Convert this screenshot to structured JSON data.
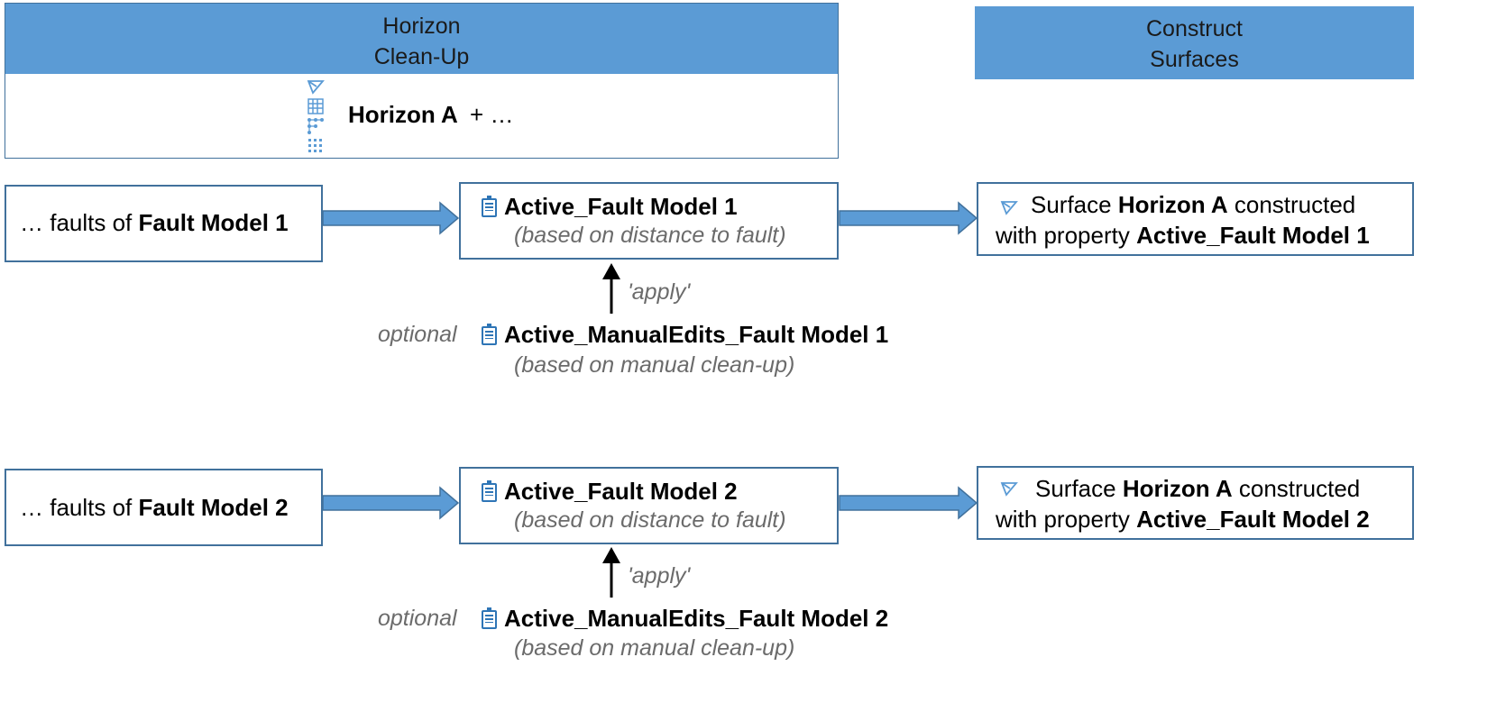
{
  "headers": {
    "horizon_cleanup": [
      "Horizon",
      "Clean-Up"
    ],
    "construct_surfaces": [
      "Construct",
      "Surfaces"
    ]
  },
  "horizon_panel": {
    "name": "Horizon A",
    "suffix": "+ …"
  },
  "rows": [
    {
      "input": {
        "prefix": "… faults of ",
        "model": "Fault Model 1"
      },
      "active": {
        "title": "Active_Fault Model 1",
        "note": "(based on distance to fault)"
      },
      "apply_label": "'apply'",
      "optional": {
        "label": "optional",
        "title": "Active_ManualEdits_Fault Model 1",
        "note": "(based on manual clean-up)"
      },
      "surface": {
        "line1_a": "Surface ",
        "line1_b": "Horizon A",
        "line1_c": " constructed",
        "line2_a": "with property ",
        "line2_b": "Active_Fault Model 1"
      }
    },
    {
      "input": {
        "prefix": "… faults of ",
        "model": "Fault Model 2"
      },
      "active": {
        "title": "Active_Fault Model 2",
        "note": "(based on distance to fault)"
      },
      "apply_label": "'apply'",
      "optional": {
        "label": "optional",
        "title": "Active_ManualEdits_Fault Model 2",
        "note": "(based on manual clean-up)"
      },
      "surface": {
        "line1_a": "Surface ",
        "line1_b": "Horizon A",
        "line1_c": " constructed",
        "line2_a": "with property ",
        "line2_b": "Active_Fault Model 2"
      }
    }
  ],
  "colors": {
    "header_fill": "#5b9bd5",
    "arrow_fill": "#5b9bd5",
    "border": "#41719c",
    "icon": "#2e75b6",
    "note_text": "#6b6b6b"
  },
  "icons": [
    "surface-icon",
    "grid-icon",
    "tree-icon",
    "points-icon",
    "document-icon"
  ]
}
